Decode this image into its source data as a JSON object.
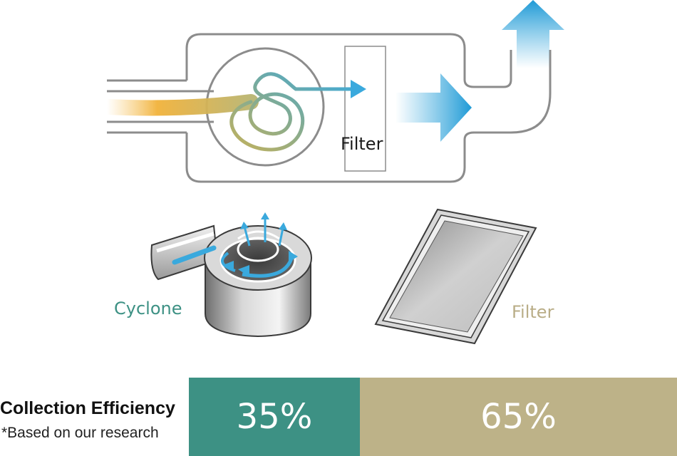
{
  "diagram": {
    "filter_box_label": "Filter",
    "cyclone_label": "Cyclone",
    "filter_label": "Filter"
  },
  "efficiency": {
    "title": "Collection Efficiency",
    "note": "*Based on our research",
    "segments": [
      {
        "name": "cyclone",
        "label": "35%",
        "value": 35,
        "color": "#3d9184"
      },
      {
        "name": "filter",
        "label": "65%",
        "value": 65,
        "color": "#bdb288"
      }
    ]
  },
  "colors": {
    "outline": "#8c8c8c",
    "intake": "#f1b23a",
    "airflow": "#3aa9dd",
    "cyclone_accent": "#3d9184",
    "filter_accent": "#b9ad87"
  }
}
